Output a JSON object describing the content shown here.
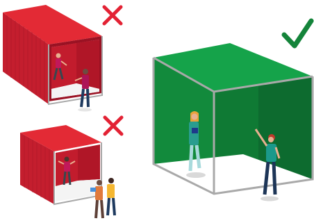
{
  "panels": [
    {
      "id": "small-room-top",
      "verdict": "incorrect",
      "mark": "cross",
      "room_color": "red"
    },
    {
      "id": "small-room-bottom",
      "verdict": "incorrect",
      "mark": "cross",
      "room_color": "red"
    },
    {
      "id": "large-room",
      "verdict": "correct",
      "mark": "check",
      "room_color": "green"
    }
  ],
  "colors": {
    "red_light": "#e32a35",
    "red_dark": "#b8182a",
    "red_floor": "#ffffff",
    "green_front": "#128a3c",
    "green_side": "#0d6b2f",
    "green_top": "#15a34a",
    "frame_gray": "#a9a9a9",
    "cross_red": "#e32234",
    "check_green": "#14843a"
  }
}
